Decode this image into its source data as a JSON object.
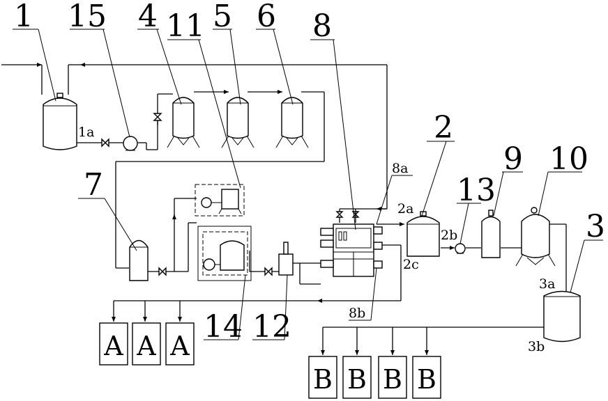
{
  "labels": {
    "n1": "1",
    "n15": "15",
    "n4": "4",
    "n11": "11",
    "n5": "5",
    "n6": "6",
    "n8": "8",
    "n2": "2",
    "n7": "7",
    "n13": "13",
    "n9": "9",
    "n10": "10",
    "n3": "3",
    "n14": "14",
    "n12": "12"
  },
  "ports": {
    "p1a": "1a",
    "p8a": "8a",
    "p2a": "2a",
    "p2b": "2b",
    "p2c": "2c",
    "p8b": "8b",
    "p3a": "3a",
    "p3b": "3b"
  },
  "outputs_a": [
    "A",
    "A",
    "A"
  ],
  "outputs_b": [
    "B",
    "B",
    "B",
    "B"
  ]
}
